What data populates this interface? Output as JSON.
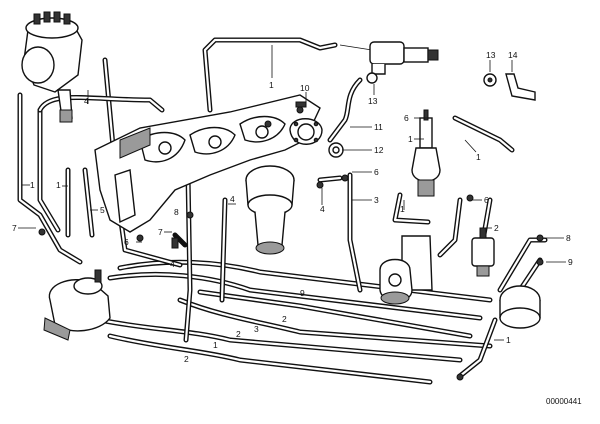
{
  "labels": [
    {
      "id": "c1a",
      "text": "1"
    },
    {
      "id": "c1b",
      "text": "1"
    },
    {
      "id": "c1c",
      "text": "1"
    },
    {
      "id": "c1d",
      "text": "1"
    },
    {
      "id": "c1e",
      "text": "1"
    },
    {
      "id": "c1f",
      "text": "1"
    },
    {
      "id": "c1g",
      "text": "1"
    },
    {
      "id": "c1h",
      "text": "1"
    },
    {
      "id": "c2a",
      "text": "2"
    },
    {
      "id": "c2b",
      "text": "2"
    },
    {
      "id": "c2c",
      "text": "2"
    },
    {
      "id": "c2d",
      "text": "2"
    },
    {
      "id": "c3a",
      "text": "3"
    },
    {
      "id": "c3b",
      "text": "3"
    },
    {
      "id": "c4a",
      "text": "4"
    },
    {
      "id": "c4b",
      "text": "4"
    },
    {
      "id": "c4c",
      "text": "4"
    },
    {
      "id": "c4d",
      "text": "4"
    },
    {
      "id": "c5",
      "text": "5"
    },
    {
      "id": "c6a",
      "text": "6"
    },
    {
      "id": "c6b",
      "text": "6"
    },
    {
      "id": "c6c",
      "text": "6"
    },
    {
      "id": "c6d",
      "text": "6"
    },
    {
      "id": "c7a",
      "text": "7"
    },
    {
      "id": "c7b",
      "text": "7"
    },
    {
      "id": "c8a",
      "text": "8"
    },
    {
      "id": "c8b",
      "text": "8"
    },
    {
      "id": "c9a",
      "text": "9"
    },
    {
      "id": "c9b",
      "text": "9"
    },
    {
      "id": "c10",
      "text": "10"
    },
    {
      "id": "c11",
      "text": "11"
    },
    {
      "id": "c12",
      "text": "12"
    },
    {
      "id": "c13a",
      "text": "13"
    },
    {
      "id": "c13b",
      "text": "13"
    },
    {
      "id": "c14",
      "text": "14"
    }
  ],
  "diagram_code": "00000441"
}
